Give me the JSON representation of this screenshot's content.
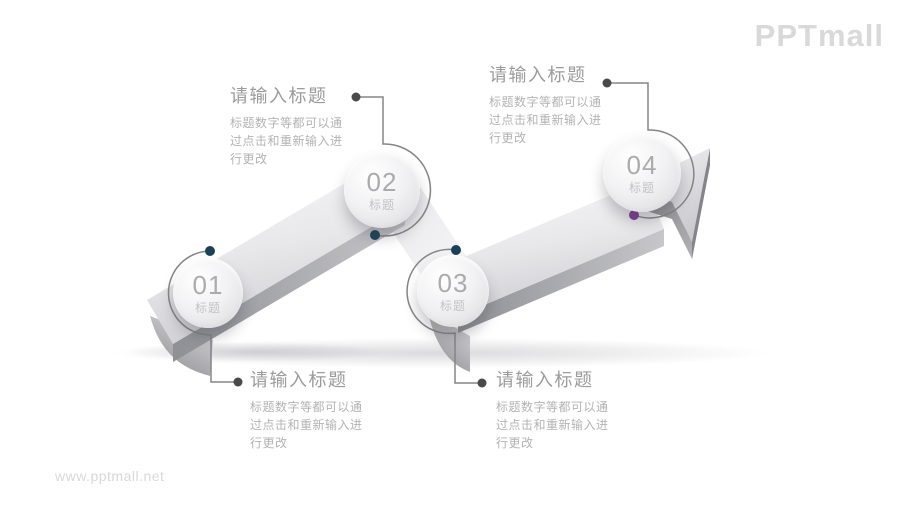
{
  "branding": {
    "logo_text": "PPTmall",
    "logo_color": "#d9d9d9",
    "watermark_text": "www.pptmall.net",
    "watermark_color": "#d8d8d8"
  },
  "colors": {
    "background": "#ffffff",
    "callout_line": "#858585",
    "callout_dot": "#4a4a4a",
    "navy_dot": "#1c4156",
    "purple_dot": "#7c3d90",
    "ribbon_light": "#f8f8f9",
    "ribbon_mid": "#d6d6da",
    "ribbon_side_dark": "#8f9095",
    "title_text": "#9b9b9b",
    "body_text": "#b3b3b3",
    "circle_number_text": "#ababad",
    "circle_sub_text": "#c3c3c5"
  },
  "graphic": {
    "type": "3d-zigzag-arrow",
    "direction": "up-right"
  },
  "steps": [
    {
      "number": "01",
      "label": "标题",
      "title": "请输入标题",
      "body": "标题数字等都可以通过点击和重新输入进行更改",
      "dot_color": "#1c4156"
    },
    {
      "number": "02",
      "label": "标题",
      "title": "请输入标题",
      "body": "标题数字等都可以通过点击和重新输入进行更改",
      "dot_color": "#1c4156"
    },
    {
      "number": "03",
      "label": "标题",
      "title": "请输入标题",
      "body": "标题数字等都可以通过点击和重新输入进行更改",
      "dot_color": "#1c4156"
    },
    {
      "number": "04",
      "label": "标题",
      "title": "请输入标题",
      "body": "标题数字等都可以通过点击和重新输入进行更改",
      "dot_color": "#7c3d90"
    }
  ]
}
